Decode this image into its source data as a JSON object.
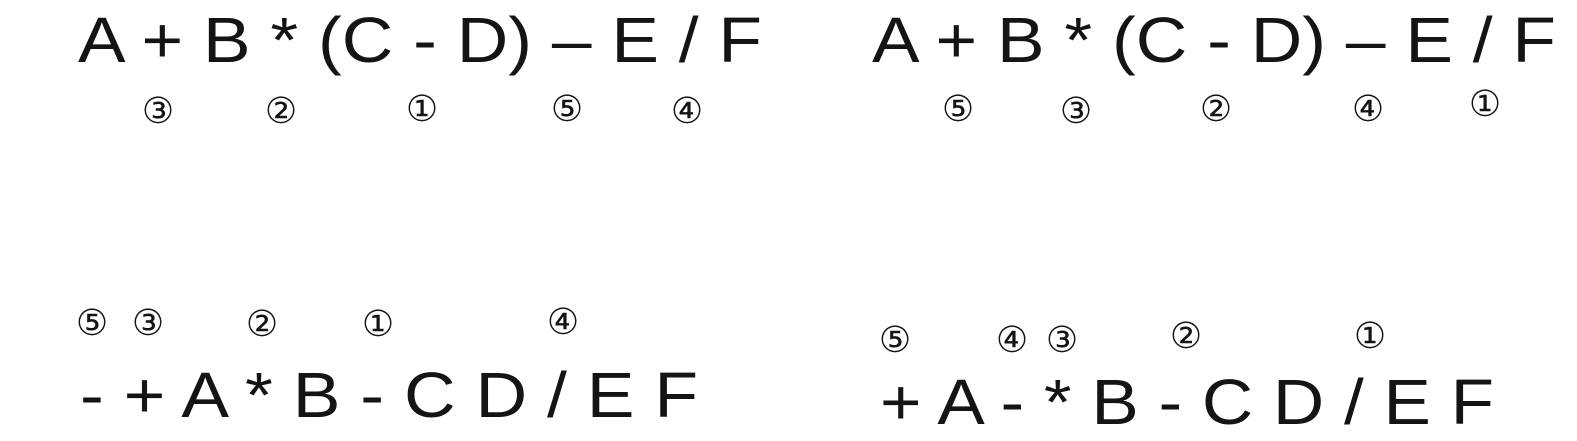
{
  "panels": [
    {
      "expression": "A + B * (C - D) – E / F",
      "markers": [
        "③",
        "②",
        "①",
        "⑤",
        "④"
      ]
    },
    {
      "expression": "A + B * (C - D) – E / F",
      "markers": [
        "⑤",
        "③",
        "②",
        "④",
        "①"
      ]
    },
    {
      "expression": "- + A * B - C D / E F",
      "markers": [
        "⑤",
        "③",
        "②",
        "①",
        "④"
      ]
    },
    {
      "expression": "+ A - * B - C D / E F",
      "markers": [
        "⑤",
        "④",
        "③",
        "②",
        "①"
      ]
    }
  ]
}
